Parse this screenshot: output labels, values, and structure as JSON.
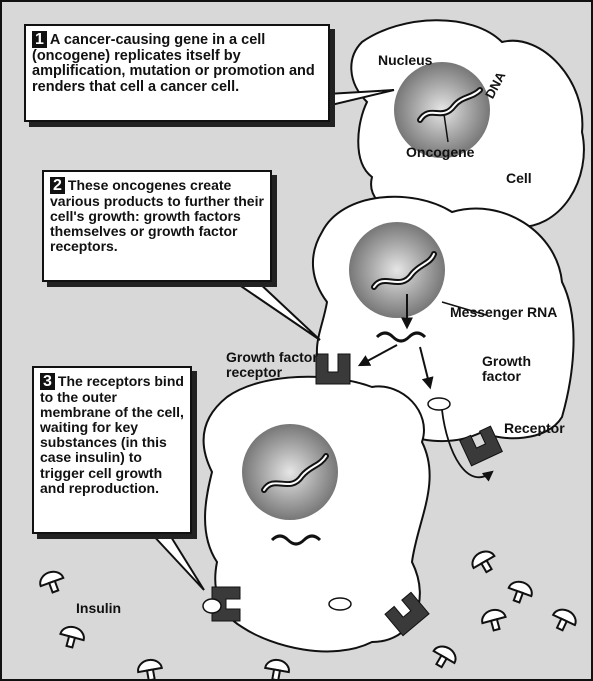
{
  "callouts": [
    {
      "number": "1",
      "text": "A cancer-causing gene in a cell (oncogene) replicates itself by amplification, mutation or promotion and renders that cell a cancer cell."
    },
    {
      "number": "2",
      "text": "These oncogenes create various products to further their cell's growth: growth factors themselves or growth factor receptors."
    },
    {
      "number": "3",
      "text": "The receptors bind to the outer membrane of the cell, waiting for key substances (in this case insulin) to trigger cell growth and reproduction."
    }
  ],
  "labels": {
    "nucleus": "Nucleus",
    "dna": "DNA",
    "oncogene": "Oncogene",
    "cell": "Cell",
    "messenger_rna": "Messenger RNA",
    "growth_factor_receptor": "Growth factor receptor",
    "growth_factor": "Growth factor",
    "receptor": "Receptor",
    "insulin": "Insulin"
  },
  "colors": {
    "background": "#d8d8d8",
    "cell_fill": "#ffffff",
    "nucleus_fill": "#8a8a8a",
    "receptor_fill": "#3a3a3a"
  }
}
